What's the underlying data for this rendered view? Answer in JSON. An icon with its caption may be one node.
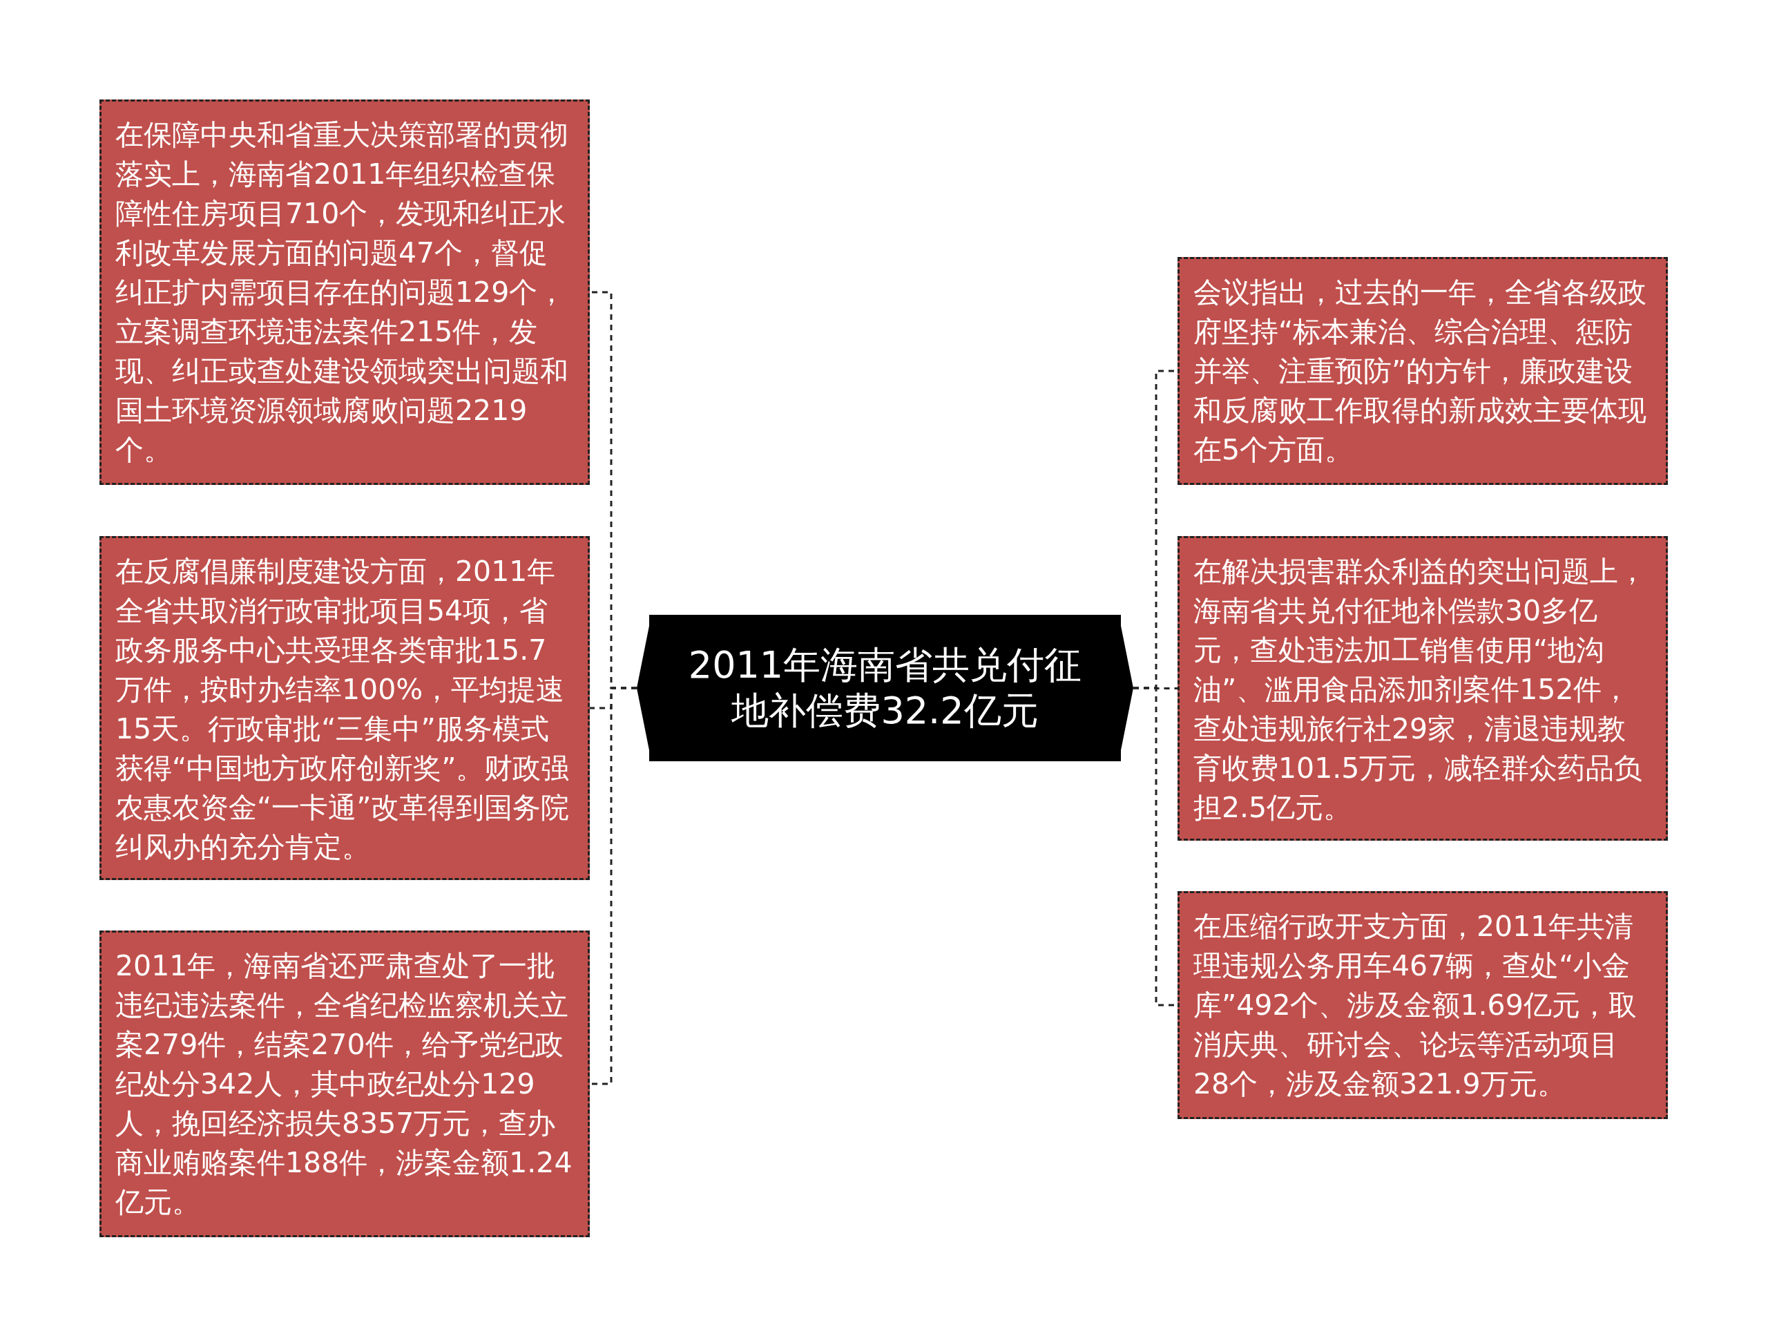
{
  "diagram": {
    "nodes": [
      {
        "text": [
          "2011年海南省共兑付征地补偿费32.2亿元"
        ]
      },
      {
        "text": [
          "在保障中央和省重大决策部署的贯彻落实上，海南省2011年组织检查保障性住房项目710个，发现和纠正水利改革发展方面的问题47个，督促纠正扩内需项目存在的问题129个，立案调查环境违法案件215件，发现、纠正或查处建设领域突出问题和国土环境资源领域腐败问题2219个。"
        ]
      },
      {
        "text": [
          "在反腐倡廉制度建设方面，2011年全省共取消行政审批项目54项，省政务服务中心共受理各类审批15.7万件，按时办结率100%，平均提速15天。行政审批“三集中”服务模式获得“中国地方政府创新奖”。财政强农惠农资金“一卡通”改革得到国务院纠风办的充分肯定。"
        ]
      },
      {
        "text": [
          "2011年，海南省还严肃查处了一批违纪违法案件，全省纪检监察机关立案279件，结案270件，给予党纪政纪处分342人，其中政纪处分129人，挽回经济损失8357万元，查办商业贿赂案件188件，涉案金额1.24亿元。"
        ]
      },
      {
        "text": [
          "会议指出，过去的一年，全省各级政府坚持“标本兼治、综合治理、惩防并举、注重预防”的方针，廉政建设和反腐败工作取得的新成效主要体现在5个方面。"
        ]
      },
      {
        "text": [
          "在解决损害群众利益的突出问题上，海南省共兑付征地补偿款30多亿元，查处违法加工销售使用“地沟油”、滥用食品添加剂案件152件，查处违规旅行社29家，清退违规教育收费101.5万元，减轻群众药品负担2.5亿元。"
        ]
      },
      {
        "text": [
          "在压缩行政开支方面，2011年共清理违规公务用车467辆，查处“小金库”492个、涉及金额1.69亿元，取消庆典、研讨会、论坛等活动项目28个，涉及金额321.9万元。"
        ]
      }
    ],
    "edges": [
      {
        "from": 0,
        "to": 1,
        "arrow": "none",
        "style": "dashed"
      },
      {
        "from": 0,
        "to": 2,
        "arrow": "none",
        "style": "dashed"
      },
      {
        "from": 0,
        "to": 3,
        "arrow": "none",
        "style": "dashed"
      },
      {
        "from": 0,
        "to": 4,
        "arrow": "none",
        "style": "dashed"
      },
      {
        "from": 0,
        "to": 5,
        "arrow": "none",
        "style": "dashed"
      },
      {
        "from": 0,
        "to": 6,
        "arrow": "none",
        "style": "dashed"
      }
    ]
  }
}
